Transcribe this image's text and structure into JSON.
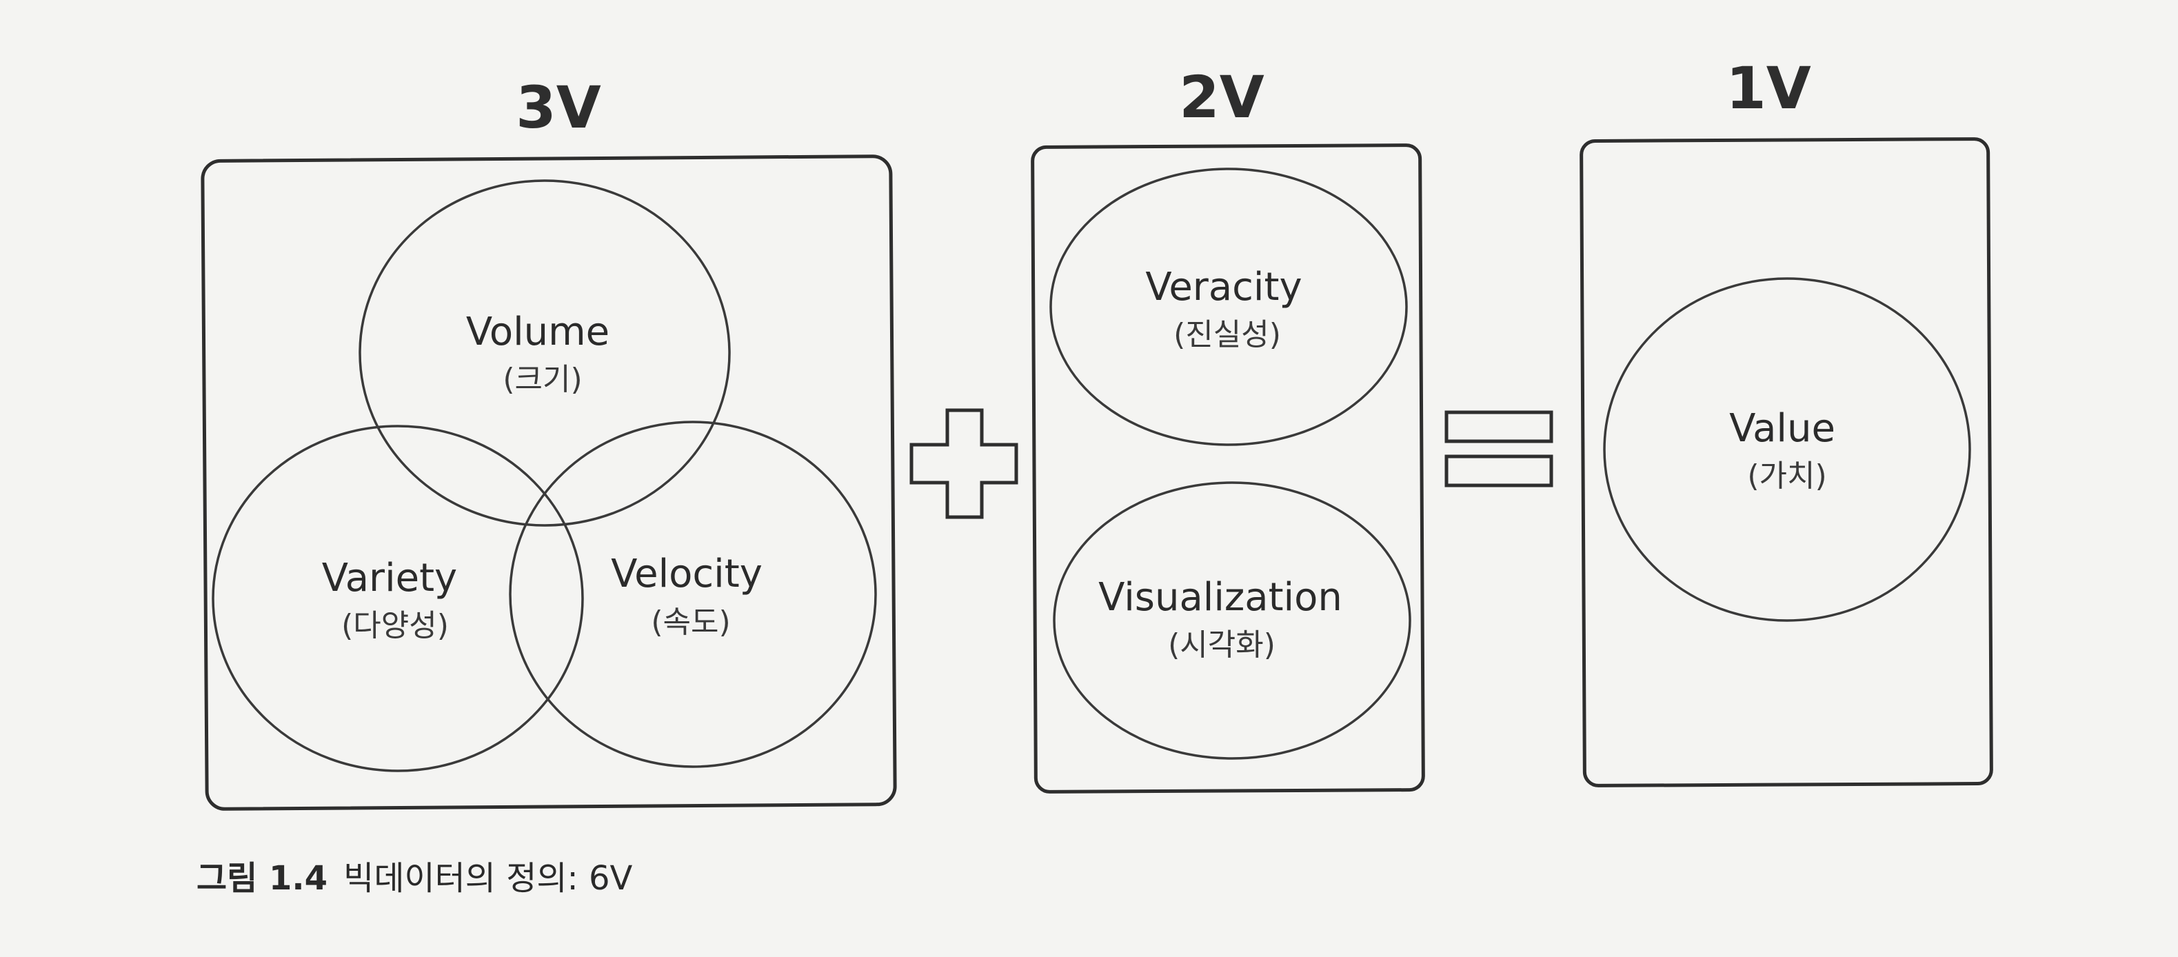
{
  "groups": {
    "three_v": {
      "title": "3V",
      "items": [
        {
          "name": "Volume",
          "sub": "(크기)"
        },
        {
          "name": "Variety",
          "sub": "(다양성)"
        },
        {
          "name": "Velocity",
          "sub": "(속도)"
        }
      ]
    },
    "two_v": {
      "title": "2V",
      "items": [
        {
          "name": "Veracity",
          "sub": "(진실성)"
        },
        {
          "name": "Visualization",
          "sub": "(시각화)"
        }
      ]
    },
    "one_v": {
      "title": "1V",
      "items": [
        {
          "name": "Value",
          "sub": "(가치)"
        }
      ]
    }
  },
  "operators": {
    "plus": "plus-sign",
    "equals": "equals-sign"
  },
  "caption": {
    "label": "그림 1.4",
    "text": "빅데이터의 정의: 6V"
  },
  "colors": {
    "ink": "#2e2e2e",
    "paper": "#f4f4f2"
  }
}
